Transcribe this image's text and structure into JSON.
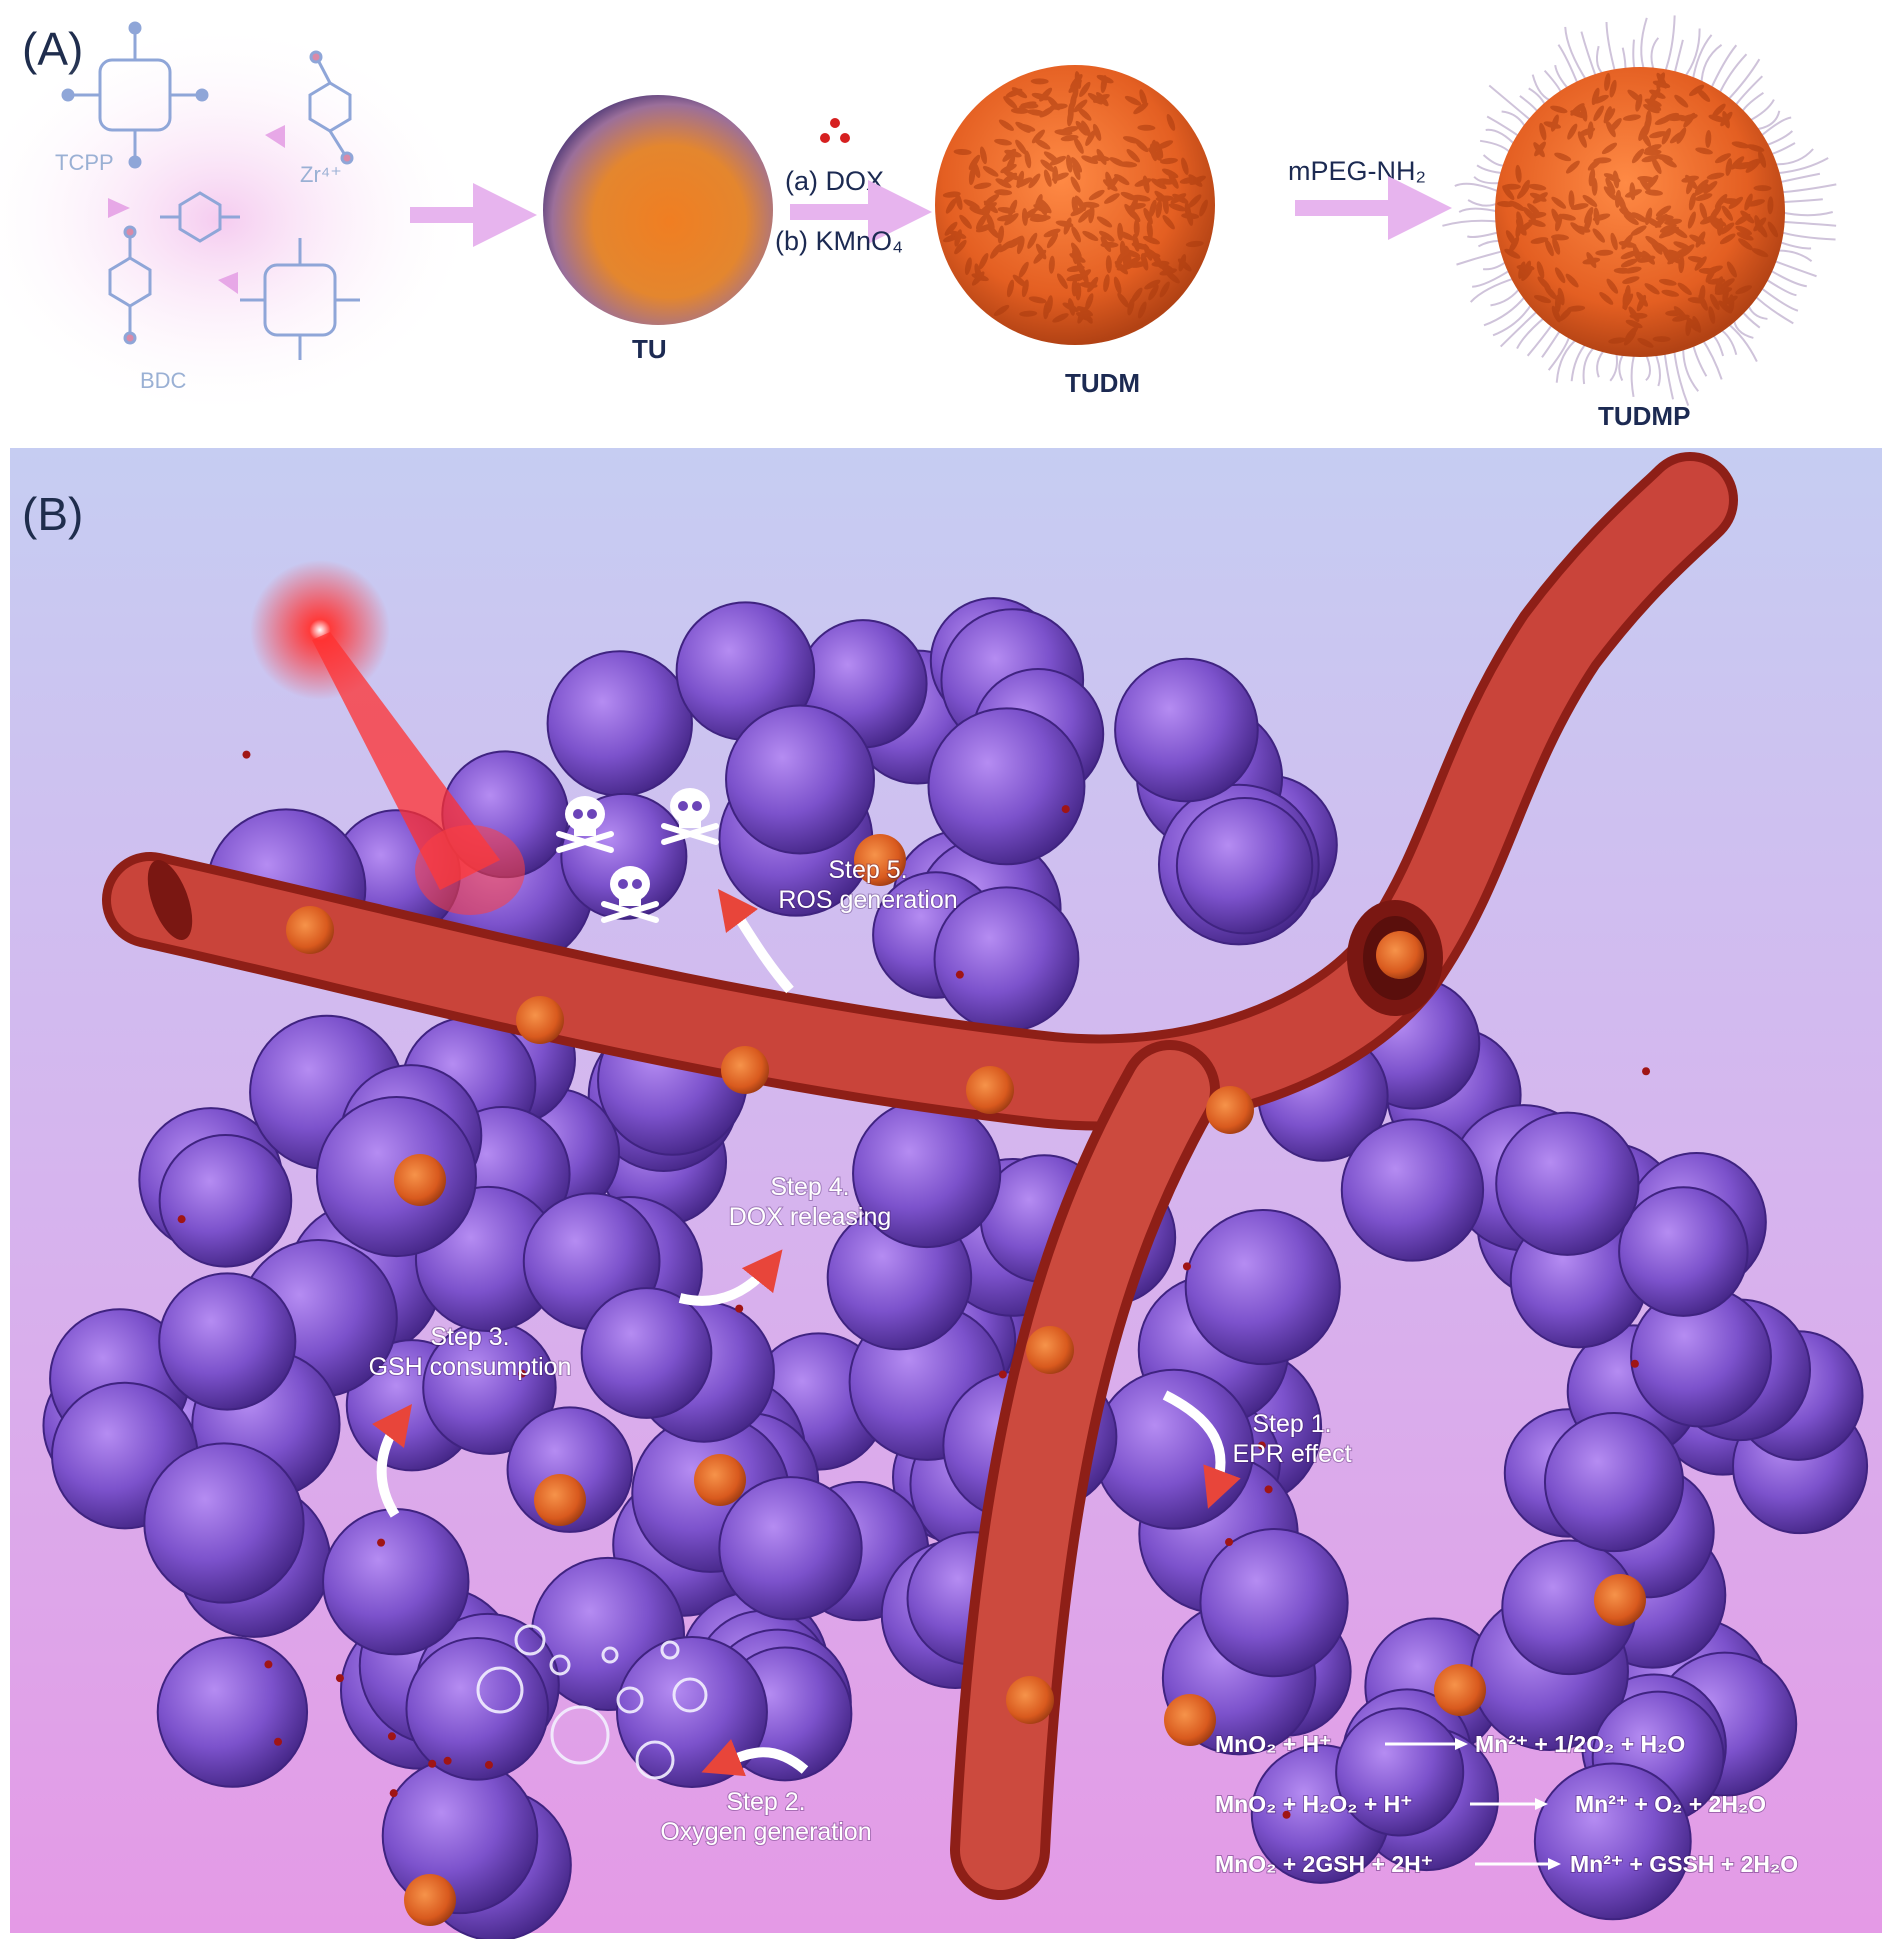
{
  "panel_a": {
    "label": "(A)",
    "molecules": {
      "tcpp": "TCPP",
      "zr": "Zr⁴⁺",
      "bdc": "BDC"
    },
    "reagents": {
      "dox": "(a) DOX",
      "kmno4": "(b) KMnO₄",
      "mpeg": "mPEG-NH₂"
    },
    "particles": {
      "tu": "TU",
      "tudm": "TUDM",
      "tudmp": "TUDMP"
    }
  },
  "panel_b": {
    "label": "(B)",
    "steps": [
      {
        "title": "Step 1.",
        "text": "EPR effect"
      },
      {
        "title": "Step 2.",
        "text": "Oxygen generation"
      },
      {
        "title": "Step 3.",
        "text": "GSH consumption"
      },
      {
        "title": "Step 4.",
        "text": "DOX releasing"
      },
      {
        "title": "Step 5.",
        "text": "ROS generation"
      }
    ],
    "equations": [
      {
        "left": "MnO₂ + H⁺",
        "right": "Mn²⁺ + 1/2O₂ + H₂O"
      },
      {
        "left": "MnO₂ + H₂O₂ + H⁺",
        "right": "Mn²⁺ + O₂ + 2H₂O"
      },
      {
        "left": "MnO₂ + 2GSH + 2H⁺",
        "right": "Mn²⁺ + GSSH + 2H₂O"
      }
    ]
  },
  "colors": {
    "cell": "#7a4fc9",
    "vessel": "#c0392b",
    "nanoparticle": "#e4662a",
    "arrow": "#e7b4ee"
  },
  "icons": [
    "skull-crossbones-icon",
    "laser-beam-icon",
    "oxygen-bubble-icon"
  ]
}
